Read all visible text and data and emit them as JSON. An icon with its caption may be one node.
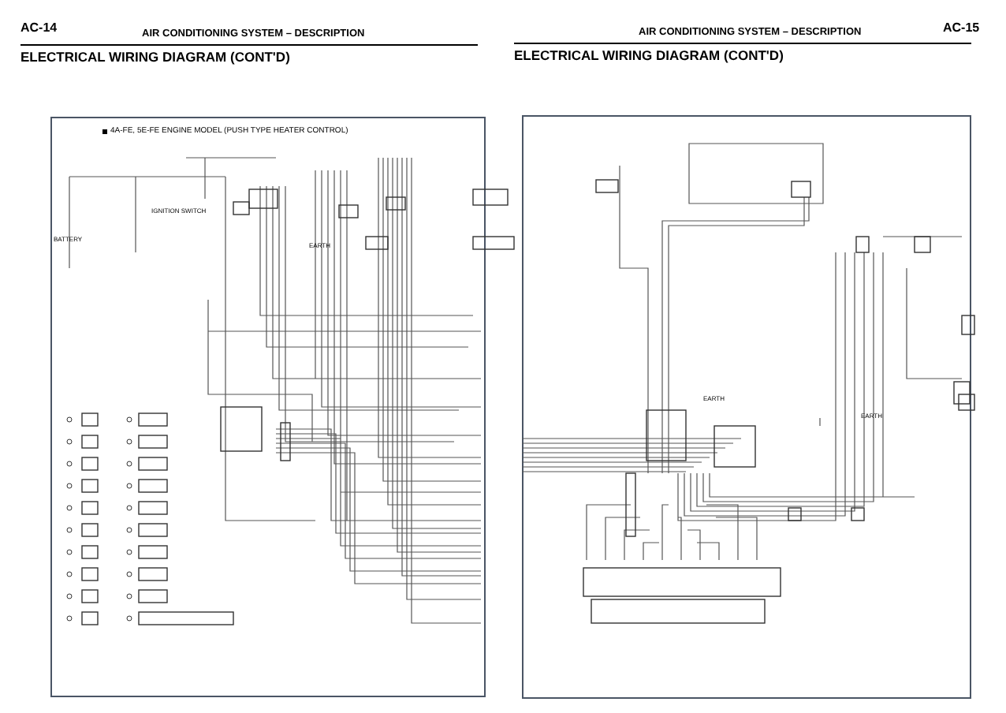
{
  "diagram": {
    "labels": [
      "AC-14",
      "AIR CONDITIONING SYSTEM – DESCRIPTION",
      "AIR CONDITIONING SYSTEM – DESCRIPTION",
      "AC-15",
      "ELECTRICAL WIRING DIAGRAM (CONT'D)",
      "ELECTRICAL WIRING DIAGRAM (CONT'D)",
      "4A-FE, 5E-FE ENGINE MODEL (PUSH TYPE HEATER CONTROL)",
      "IGNITION SWITCH",
      "BATTERY",
      "EARTH",
      "EARTH",
      "EARTH"
    ]
  }
}
